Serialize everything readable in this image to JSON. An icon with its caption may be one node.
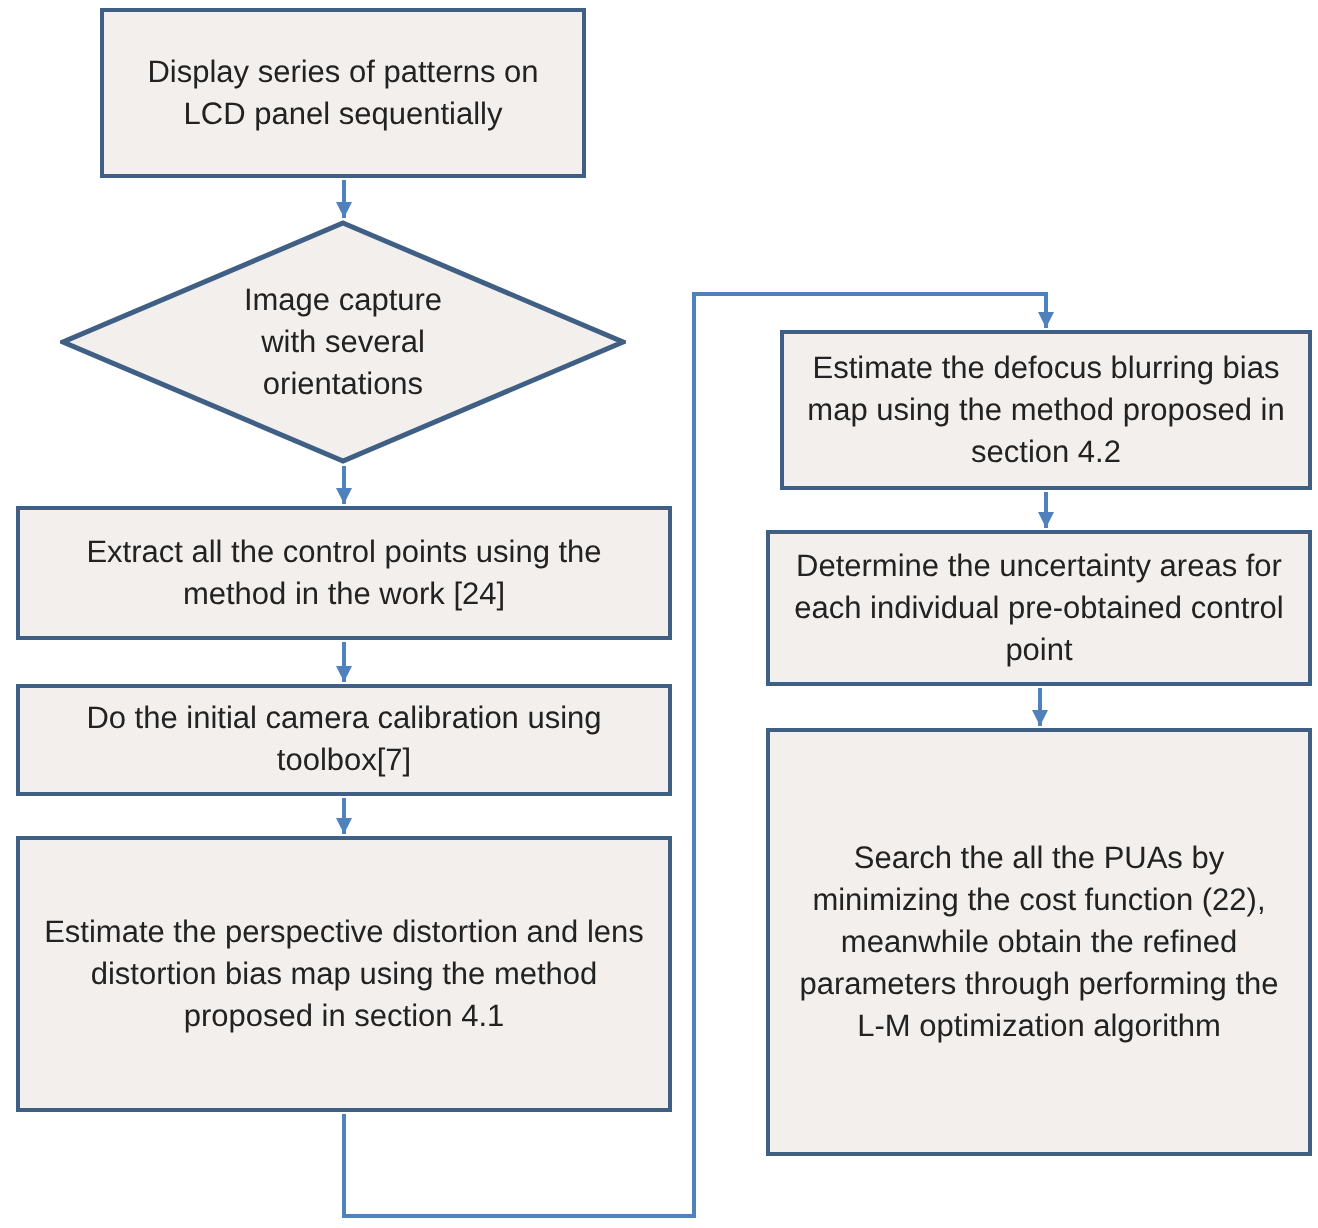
{
  "diagram": {
    "nodes": [
      {
        "text": [
          "Display series of patterns on LCD panel sequentially"
        ]
      },
      {
        "text": [
          "Image capture with several orientations"
        ]
      },
      {
        "text": [
          "Extract all the control points using the method in the work [24]"
        ]
      },
      {
        "text": [
          "Do the initial camera calibration using toolbox[7]"
        ]
      },
      {
        "text": [
          "Estimate the perspective distortion and lens distortion bias map using the method proposed in section 4.1"
        ]
      },
      {
        "text": [
          "Estimate the defocus blurring bias map using the method proposed in section 4.2"
        ]
      },
      {
        "text": [
          "Determine the uncertainty areas for each individual pre-obtained control point"
        ]
      },
      {
        "text": [
          "Search the all the PUAs by minimizing the cost function (22), meanwhile obtain the refined parameters through performing the L-M optimization algorithm"
        ]
      }
    ],
    "edges": [
      {
        "from": 0,
        "to": 1,
        "arrow": "to"
      },
      {
        "from": 1,
        "to": 2,
        "arrow": "to"
      },
      {
        "from": 2,
        "to": 3,
        "arrow": "to"
      },
      {
        "from": 3,
        "to": 4,
        "arrow": "to"
      },
      {
        "from": 4,
        "to": 5,
        "arrow": "to"
      },
      {
        "from": 5,
        "to": 6,
        "arrow": "to"
      },
      {
        "from": 6,
        "to": 7,
        "arrow": "to"
      }
    ]
  }
}
